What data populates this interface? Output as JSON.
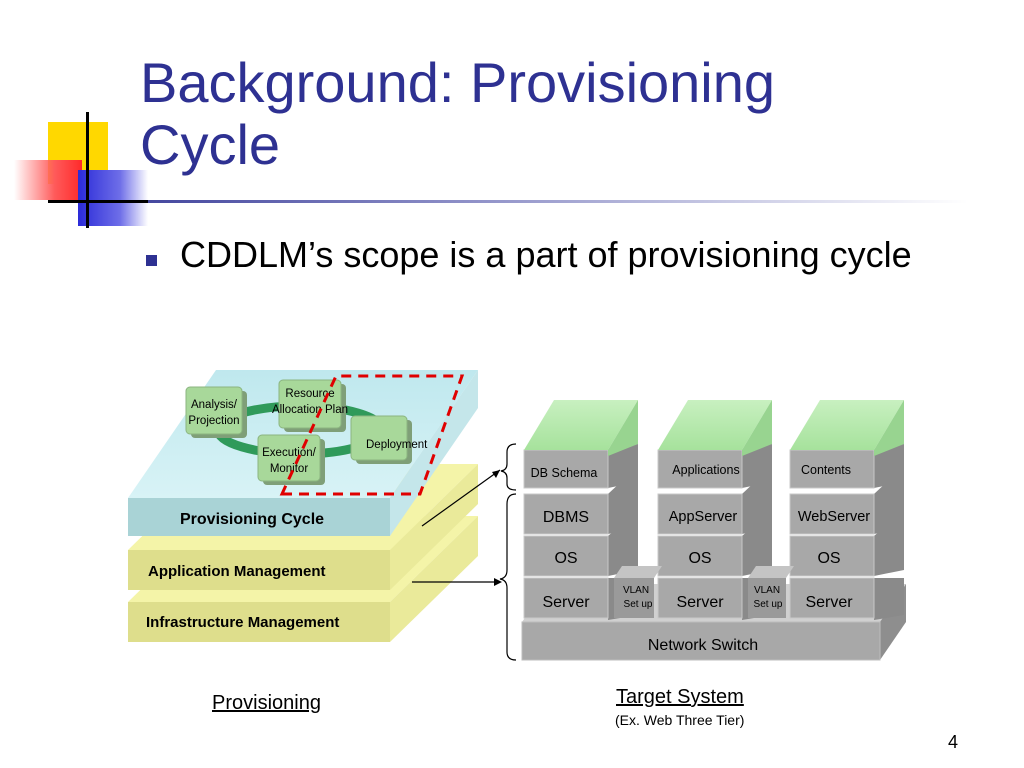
{
  "slide": {
    "title_line1": "Background: Provisioning",
    "title_line2": "Cycle",
    "bullet": "CDDLM’s scope is a part of provisioning cycle",
    "page_number": "4"
  },
  "provisioning": {
    "layers": [
      "Provisioning Cycle",
      "Application Management",
      "Infrastructure Management"
    ],
    "cycle_steps": [
      "Analysis/",
      "Projection",
      "Resource",
      "Allocation Plan",
      "Deployment",
      "Execution/",
      "Monitor"
    ],
    "caption": "Provisioning"
  },
  "target_system": {
    "top_row": [
      "DB Schema",
      "Applications",
      "Contents"
    ],
    "middle_row": [
      "DBMS",
      "AppServer",
      "WebServer"
    ],
    "os_row": [
      "OS",
      "OS",
      "OS"
    ],
    "server_row": [
      "Server",
      "Server",
      "Server"
    ],
    "vlan": [
      "VLAN",
      "Set up",
      "VLAN",
      "Set up"
    ],
    "network": "Network Switch",
    "caption": "Target System",
    "subcaption": "(Ex. Web Three Tier)"
  },
  "colors": {
    "title": "#2e3192",
    "layer_blue": "#a9d3d6",
    "layer_yellow": "#dede8c",
    "green_box": "#a8d89a",
    "gray_box": "#a6a6a6",
    "dashed": "#e00000"
  }
}
